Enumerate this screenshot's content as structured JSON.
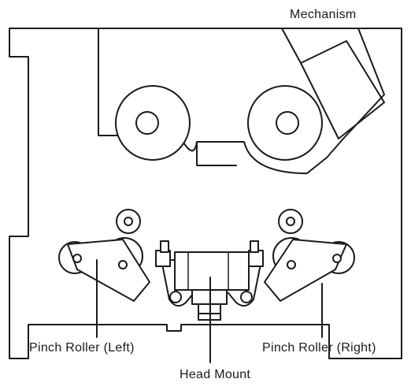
{
  "labels": {
    "mechanism": "Mechanism",
    "pinch_roller_left": "Pinch Roller (Left)",
    "pinch_roller_right": "Pinch Roller (Right)",
    "head_mount": "Head Mount"
  }
}
